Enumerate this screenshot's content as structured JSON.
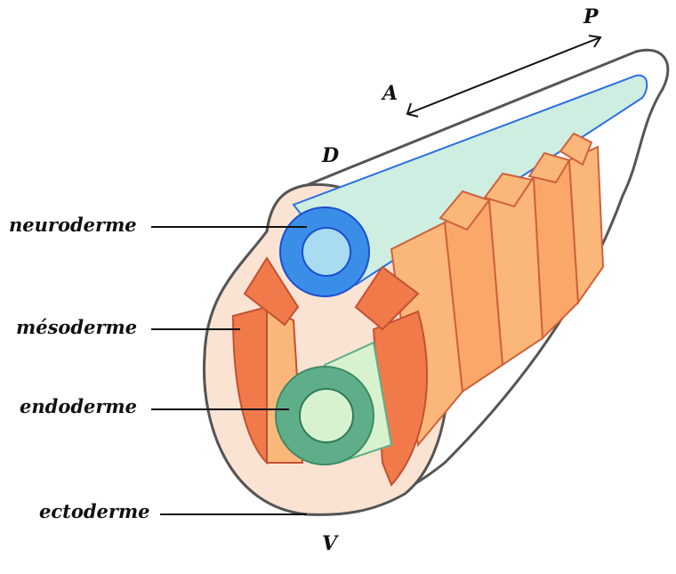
{
  "axes": {
    "posterior": "P",
    "anterior": "A",
    "dorsal": "D",
    "ventral": "V"
  },
  "labels": {
    "neuroderme": "neuroderme",
    "mesoderme": "mésoderme",
    "endoderme": "endoderme",
    "ectoderme": "ectoderme"
  },
  "colors": {
    "ectoderm_fill": "#fbe3d3",
    "outline": "#555555",
    "neural_ring": "#3b8ee8",
    "neural_inner": "#a9dcf0",
    "neural_tube": "#cdeee0",
    "mesoderm_dark": "#f07a4a",
    "mesoderm_light": "#fbb77a",
    "endoderm_ring": "#5fae8a",
    "endoderm_inner": "#d8f2cf"
  }
}
